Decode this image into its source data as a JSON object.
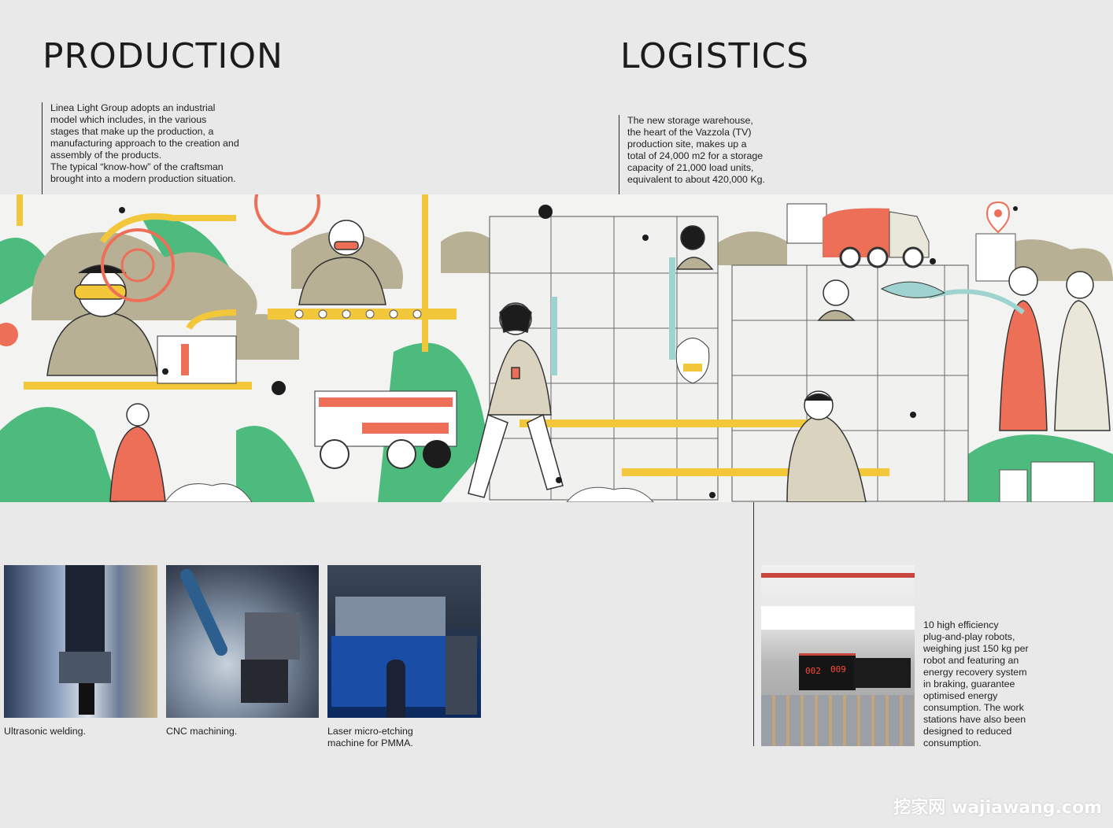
{
  "production": {
    "title": "PRODUCTION",
    "intro": "Linea Light Group adopts an industrial\nmodel which includes, in the various\nstages that make up the production, a\nmanufacturing approach to the creation and\nassembly of the products.\nThe typical “know-how” of the craftsman\nbrought into a modern production situation.",
    "photos": [
      {
        "caption": "Ultrasonic welding."
      },
      {
        "caption": "CNC machining."
      },
      {
        "caption": "Laser micro-etching\nmachine for PMMA."
      }
    ]
  },
  "logistics": {
    "title": "LOGISTICS",
    "intro": "The new storage warehouse,\nthe heart of the Vazzola (TV)\nproduction site, makes up a\ntotal of 24,000 m2 for a storage\ncapacity of 21,000 load units,\nequivalent to about 420,000 Kg.",
    "photo_caption": "10 high efficiency\nplug-and-play robots,\nweighing just 150 kg per\nrobot and featuring an\nenergy recovery system\nin braking, guarantee\noptimised energy\nconsumption. The work\nstations have also been\ndesigned to reduced\nconsumption.",
    "robot_displays": [
      "002",
      "009"
    ]
  },
  "illustration": {
    "colors": {
      "green": "#4dbb7e",
      "yellow": "#f2c73a",
      "coral": "#ee6f57",
      "khaki": "#b8b095",
      "teal": "#9fd3cf",
      "ink": "#222222"
    }
  },
  "watermark": "挖家网 wajiawang.com"
}
